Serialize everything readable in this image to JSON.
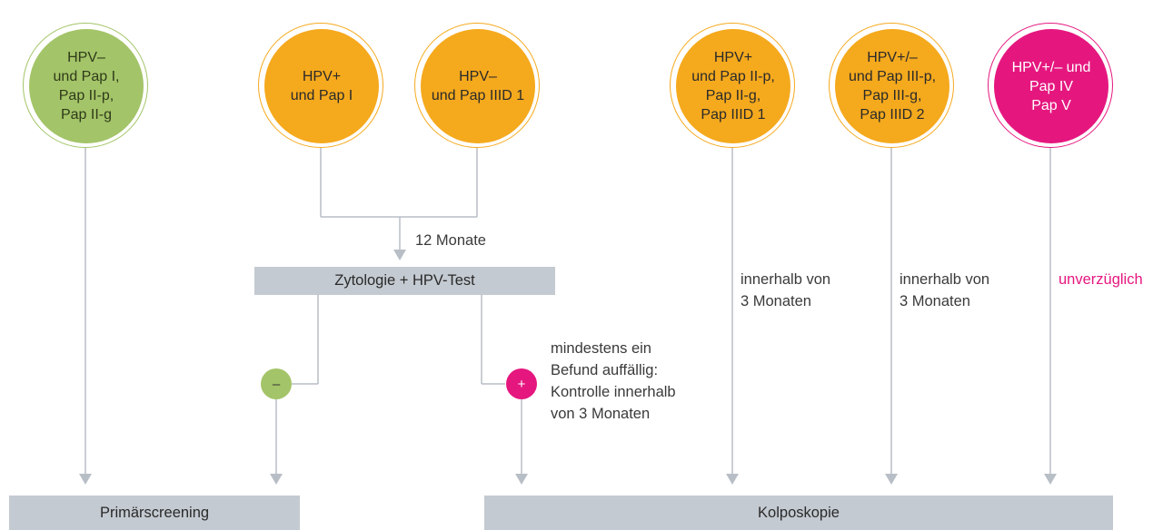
{
  "circles": {
    "c1": {
      "lines": [
        "HPV–",
        "und Pap I,",
        "Pap II-p,",
        "Pap II-g"
      ],
      "color": "#a3c468"
    },
    "c2": {
      "lines": [
        "HPV+",
        "und Pap I"
      ],
      "color": "#f5a91d"
    },
    "c3": {
      "lines": [
        "HPV–",
        "und Pap IIID 1"
      ],
      "color": "#f5a91d"
    },
    "c4": {
      "lines": [
        "HPV+",
        "und Pap II-p,",
        "Pap II-g,",
        "Pap IIID 1"
      ],
      "color": "#f5a91d"
    },
    "c5": {
      "lines": [
        "HPV+/–",
        "und Pap III-p,",
        "Pap III-g,",
        "Pap IIID 2"
      ],
      "color": "#f5a91d"
    },
    "c6": {
      "lines": [
        "HPV+/– und",
        "Pap IV",
        "Pap V"
      ],
      "color": "#e5177f"
    }
  },
  "labels": {
    "interval": "12 Monate",
    "within_a": "innerhalb von\n3 Monaten",
    "within_b": "innerhalb von\n3 Monaten",
    "immediately": "unverzüglich",
    "positive_note": "mindestens ein\nBefund auffällig:\nKontrolle innerhalb\nvon 3 Monaten"
  },
  "boxes": {
    "test": "Zytologie + HPV-Test",
    "primary": "Primärscreening",
    "colposcopy": "Kolposkopie"
  },
  "badges": {
    "negative": "–",
    "positive": "+"
  },
  "colors": {
    "green": "#a3c468",
    "orange": "#f5a91d",
    "pink": "#e5177f",
    "box_gray": "#c4cad1",
    "line_gray": "#b8bec6"
  }
}
